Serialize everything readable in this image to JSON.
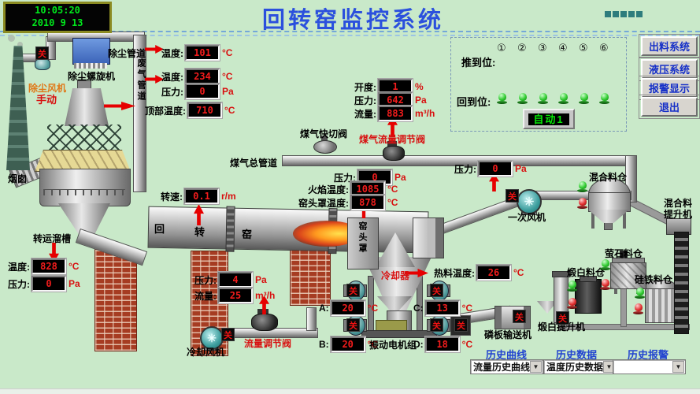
{
  "title": "回转窑监控系统",
  "clock": {
    "time": "10:05:20",
    "date": "2010 9  13"
  },
  "colors": {
    "background": "#c9e9c9",
    "title_blue": "#2b50dd",
    "display_red": "#f21c1c",
    "alarm_red": "#e60000"
  },
  "nav_buttons": [
    "出料系统",
    "液压系统",
    "报警显示",
    "退出"
  ],
  "panel": {
    "numbers": [
      "①",
      "②",
      "③",
      "④",
      "⑤",
      "⑥"
    ],
    "push_label": "推到位:",
    "back_label": "回到位:",
    "mode": "自动1"
  },
  "status": {
    "closed": "关"
  },
  "readouts": {
    "dust_temp": {
      "label": "温度:",
      "value": "101",
      "unit": "°C"
    },
    "offgas_temp": {
      "label": "温度:",
      "value": "234",
      "unit": "°C"
    },
    "offgas_pressure": {
      "label": "压力:",
      "value": "0",
      "unit": "Pa"
    },
    "top_temp": {
      "label": "顶部温度:",
      "value": "710",
      "unit": "°C"
    },
    "opening": {
      "label": "开度:",
      "value": "1",
      "unit": "%"
    },
    "gas_pressure": {
      "label": "压力:",
      "value": "642",
      "unit": "Pa"
    },
    "gas_flow": {
      "label": "流量:",
      "value": "883",
      "unit": "m³/h"
    },
    "main_pressure": {
      "label": "压力:",
      "value": "0",
      "unit": "Pa"
    },
    "fan_pressure": {
      "label": "压力:",
      "value": "0",
      "unit": "Pa"
    },
    "kiln_speed": {
      "label": "转速:",
      "value": "0.1",
      "unit": "r/m"
    },
    "flame_temp": {
      "label": "火焰温度:",
      "value": "1085",
      "unit": "°C"
    },
    "hood_temp": {
      "label": "窑头罩温度:",
      "value": "878",
      "unit": "°C"
    },
    "chute_temp": {
      "label": "温度:",
      "value": "828",
      "unit": "°C"
    },
    "chute_pressure": {
      "label": "压力:",
      "value": "0",
      "unit": "Pa"
    },
    "cool_pressure": {
      "label": "压力:",
      "value": "4",
      "unit": "Pa"
    },
    "cool_flow": {
      "label": "流量:",
      "value": "25",
      "unit": "m³/h"
    },
    "hot_temp": {
      "label": "热料温度:",
      "value": "26",
      "unit": "°C"
    },
    "temp_a": {
      "label": "A:",
      "value": "20",
      "unit": "°C"
    },
    "temp_b": {
      "label": "B:",
      "value": "20",
      "unit": "°C"
    },
    "temp_c": {
      "label": "C:",
      "value": "13",
      "unit": "°C"
    },
    "temp_d": {
      "label": "D:",
      "value": "18",
      "unit": "°C"
    }
  },
  "labels": {
    "chimney": "烟囱",
    "dust_fan": "除尘风机",
    "manual": "手动",
    "dust_screw": "除尘螺旋机",
    "dust_pipe": "除尘管道",
    "offgas_pipe": "废气管道",
    "gas_quick_valve": "煤气快切阀",
    "gas_flow_valve": "煤气流量调节阀",
    "gas_main": "煤气总管道",
    "primary_fan": "一次风机",
    "chute": "转运溜槽",
    "kiln_a": "回",
    "kiln_b": "转",
    "kiln_c": "窑",
    "hood": "窑头罩",
    "cooler": "冷却器",
    "vibrator": "振动电机组",
    "flow_valve": "流量调节阀",
    "cooling_fan": "冷却风机",
    "plate_conveyor": "磷板输送机",
    "mix_silo": "混合料仓",
    "mix_elev1": "混合料",
    "mix_elev2": "提升机",
    "fluorite_silo": "萤石料仓",
    "danbai_silo": "煅白料仓",
    "silicon_silo": "硅铁料仓",
    "danbai_elev": "煅白提升机"
  },
  "history": {
    "curve_title": "历史曲线",
    "data_title": "历史数据",
    "alarm_title": "历史报警",
    "curve_selected": "流量历史曲线",
    "data_selected": "温度历史数据",
    "alarm_selected": ""
  }
}
